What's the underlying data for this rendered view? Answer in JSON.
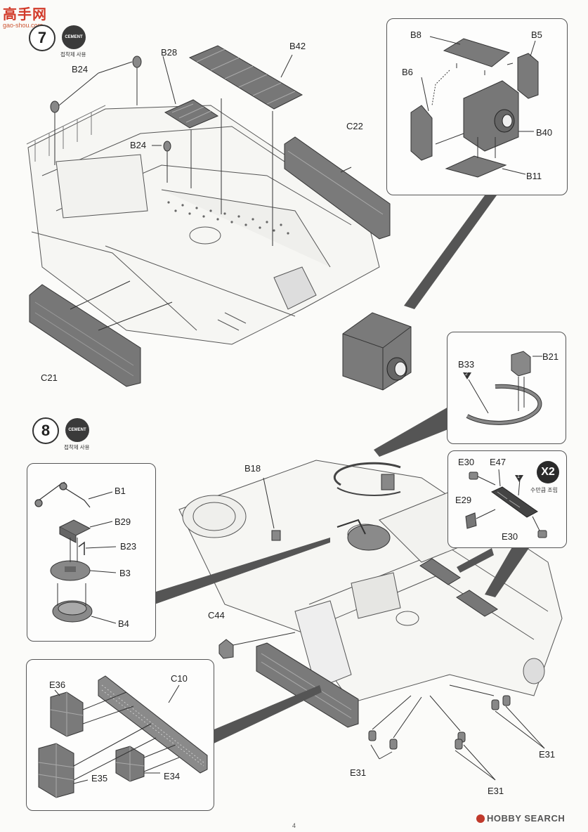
{
  "watermark_top": {
    "title": "高手网",
    "url": "gao-shou.com"
  },
  "watermark_bottom": "HOBBY SEARCH",
  "page_number": "4",
  "cement": {
    "badge": "CEMENT",
    "caption": "접착제 사용"
  },
  "step7": {
    "number": "7",
    "labels": {
      "b24_top": "B24",
      "b28": "B28",
      "b42": "B42",
      "b24_mid": "B24",
      "c22": "C22",
      "c21": "C21"
    },
    "inset": {
      "b8": "B8",
      "b5": "B5",
      "b6": "B6",
      "b40": "B40",
      "b11": "B11"
    }
  },
  "step8": {
    "number": "8",
    "labels": {
      "b18": "B18",
      "c44": "C44",
      "e31_a": "E31",
      "e31_b": "E31",
      "e31_c": "E31"
    },
    "inset_hatch": {
      "b1": "B1",
      "b29": "B29",
      "b23": "B23",
      "b3": "B3",
      "b4": "B4"
    },
    "inset_panel": {
      "e36": "E36",
      "c10": "C10",
      "e35": "E35",
      "e34": "E34"
    },
    "inset_ring": {
      "b33": "B33",
      "b33_marker": "2",
      "b21": "B21"
    },
    "inset_x2": {
      "e30_a": "E30",
      "e47": "E47",
      "e29": "E29",
      "e30_b": "E30",
      "marker": "1",
      "x2_badge": "X2",
      "x2_caption": "수만큼 조립"
    }
  }
}
